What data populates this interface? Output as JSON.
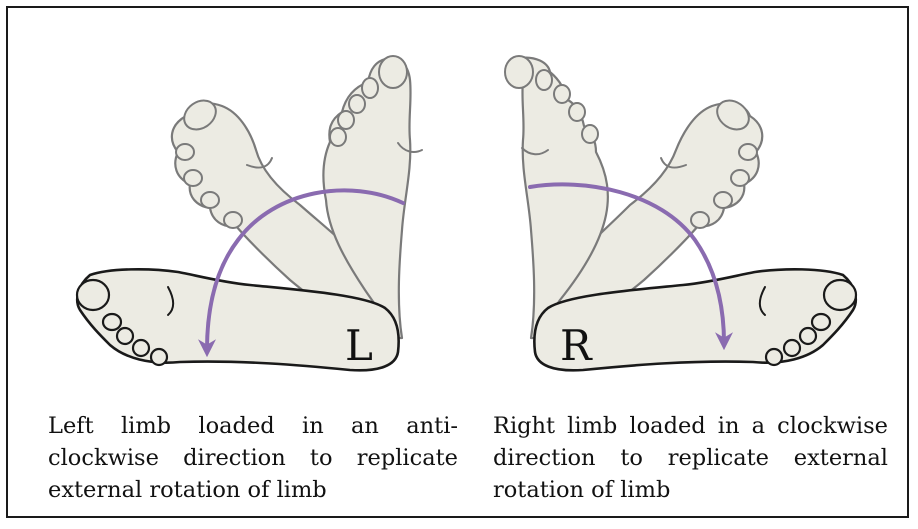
{
  "colors": {
    "foot_fill": "#ecebe3",
    "foot_outline": "#7a7a7a",
    "foot_outline_loaded": "#1a1a1a",
    "arrow": "#8a6bb0",
    "border": "#1a1a1a"
  },
  "left_limb": {
    "letter": "L",
    "caption": "Left limb loaded in an anti-clockwise direction to replicate external rotation of limb",
    "rotation_direction": "anti-clockwise"
  },
  "right_limb": {
    "letter": "R",
    "caption": "Right limb loaded in a clockwise direction to replicate external rotation of limb",
    "rotation_direction": "clockwise"
  }
}
